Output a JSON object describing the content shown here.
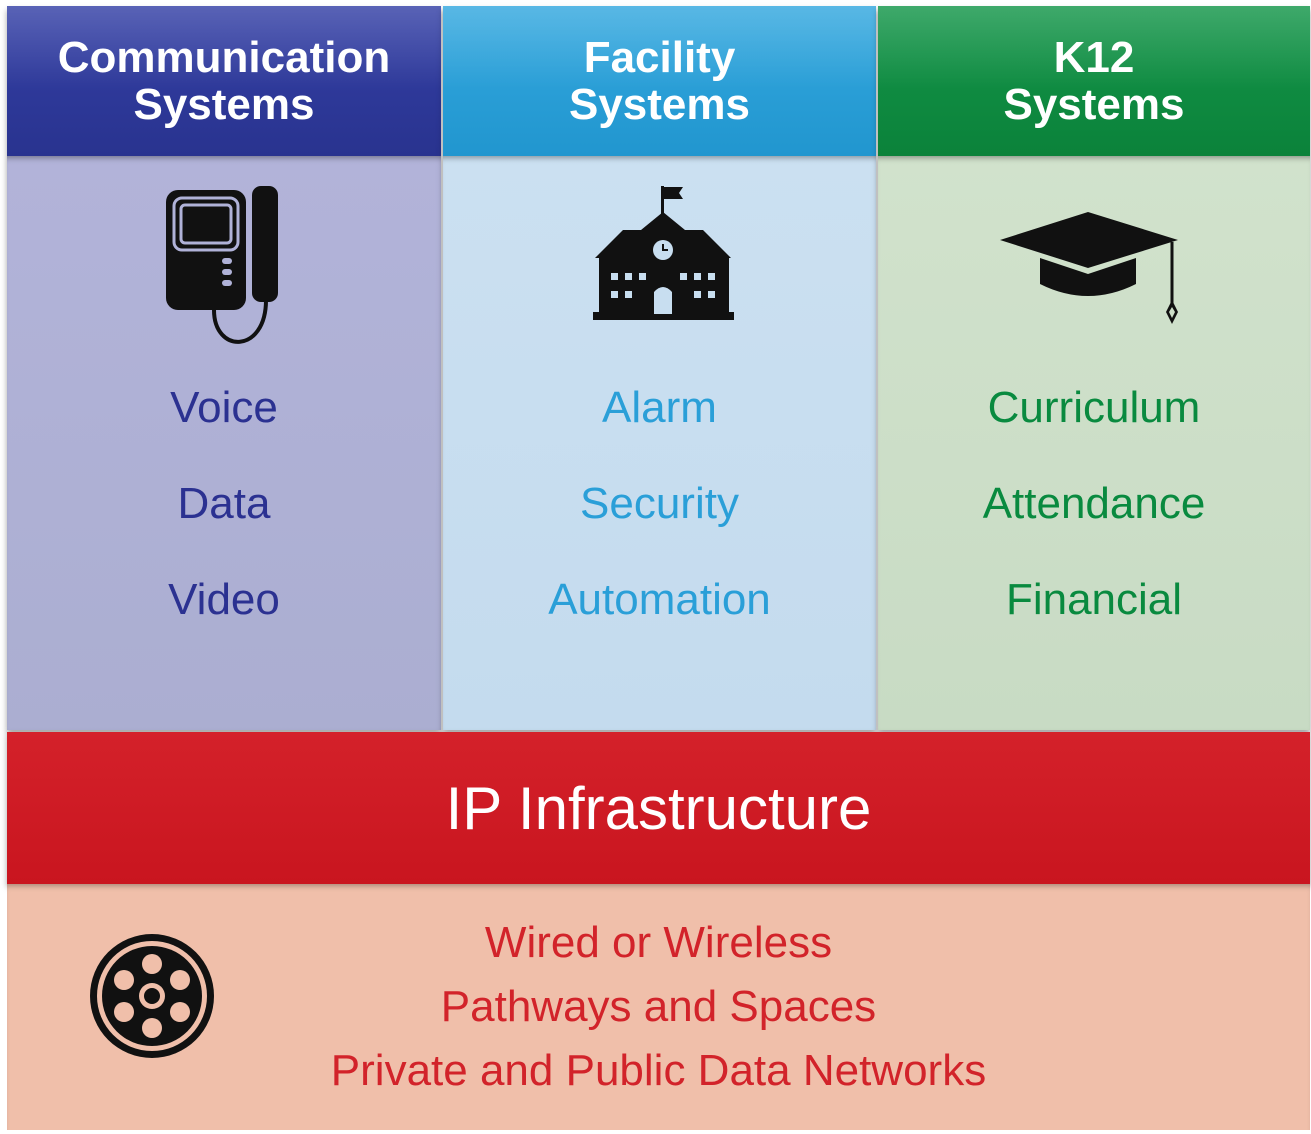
{
  "columns": [
    {
      "title_line1": "Communication",
      "title_line2": "Systems",
      "icon": "intercom-handset-icon",
      "items": [
        "Voice",
        "Data",
        "Video"
      ],
      "header_color": "#2b3191",
      "body_color": "#afb1d6",
      "text_color": "#2b3191"
    },
    {
      "title_line1": "Facility",
      "title_line2": "Systems",
      "icon": "school-building-icon",
      "items": [
        "Alarm",
        "Security",
        "Automation"
      ],
      "header_color": "#249bd4",
      "body_color": "#c8def0",
      "text_color": "#2a9fd8"
    },
    {
      "title_line1": "K12",
      "title_line2": "Systems",
      "icon": "graduation-cap-icon",
      "items": [
        "Curriculum",
        "Attendance",
        "Financial"
      ],
      "header_color": "#0b8a3e",
      "body_color": "#cddfc8",
      "text_color": "#098a3f"
    }
  ],
  "infrastructure": {
    "title": "IP Infrastructure",
    "icon": "fiber-cable-icon",
    "lines": [
      "Wired or Wireless",
      "Pathways and Spaces",
      "Private and Public Data Networks"
    ],
    "band_color": "#cf1c24",
    "panel_color": "#f0bfaa",
    "text_color": "#d2232a"
  }
}
